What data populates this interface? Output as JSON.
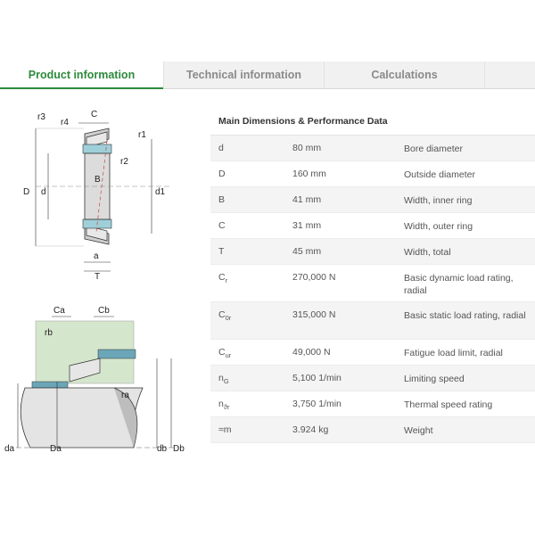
{
  "tabs": [
    {
      "label": "Product information",
      "active": true
    },
    {
      "label": "Technical information",
      "active": false
    },
    {
      "label": "Calculations",
      "active": false
    }
  ],
  "spec": {
    "title": "Main Dimensions & Performance Data",
    "rows": [
      {
        "sym": "d",
        "sub": "",
        "value": "80 mm",
        "desc": "Bore diameter"
      },
      {
        "sym": "D",
        "sub": "",
        "value": "160 mm",
        "desc": "Outside diameter"
      },
      {
        "sym": "B",
        "sub": "",
        "value": "41 mm",
        "desc": "Width, inner ring"
      },
      {
        "sym": "C",
        "sub": "",
        "value": "31 mm",
        "desc": "Width, outer ring"
      },
      {
        "sym": "T",
        "sub": "",
        "value": "45 mm",
        "desc": "Width, total"
      },
      {
        "sym": "C",
        "sub": "r",
        "value": "270,000 N",
        "desc": "Basic dynamic load rating, radial"
      },
      {
        "sym": "C",
        "sub": "0r",
        "value": "315,000 N",
        "desc": "Basic static load rating, radial"
      },
      {
        "sym": "C",
        "sub": "ur",
        "value": "49,000 N",
        "desc": "Fatigue load limit, radial"
      },
      {
        "sym": "n",
        "sub": "G",
        "value": "5,100 1/min",
        "desc": "Limiting speed"
      },
      {
        "sym": "n",
        "sub": "ϑr",
        "value": "3,750 1/min",
        "desc": "Thermal speed rating"
      },
      {
        "sym": "≈m",
        "sub": "",
        "value": "3.924 kg",
        "desc": "Weight"
      }
    ]
  },
  "drawing_labels": {
    "r3": "r3",
    "r4": "r4",
    "C": "C",
    "r1": "r1",
    "r2": "r2",
    "D": "D",
    "d": "d",
    "B": "B",
    "d1": "d1",
    "a": "a",
    "T": "T",
    "Ca": "Ca",
    "Cb": "Cb",
    "rb": "rb",
    "ra": "ra",
    "da": "da",
    "Da": "Da",
    "db": "db",
    "Db": "Db"
  },
  "colors": {
    "accent": "#2c8a3c",
    "housing": "#d4e6cc",
    "seat": "#6aa6b8"
  }
}
